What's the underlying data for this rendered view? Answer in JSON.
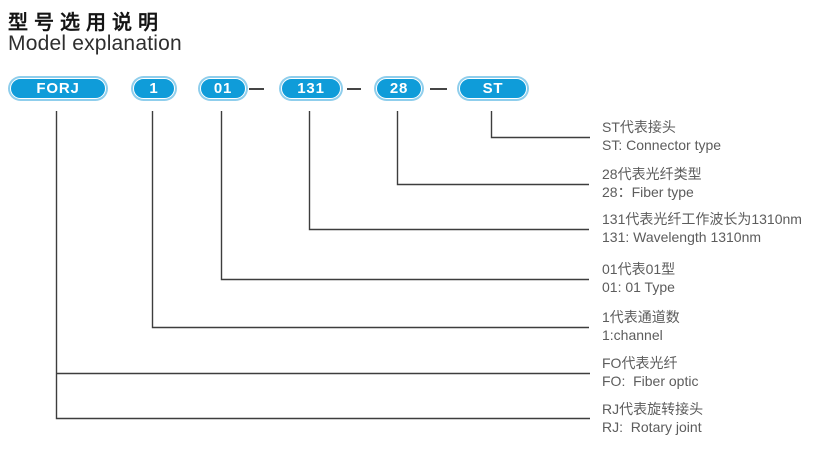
{
  "title": {
    "zh": "型号选用说明",
    "en": "Model explanation"
  },
  "model_code": {
    "separator": "—",
    "segments": [
      {
        "label": "FORJ"
      },
      {
        "label": "1"
      },
      {
        "label": "01"
      },
      {
        "label": "131"
      },
      {
        "label": "28"
      },
      {
        "label": "ST"
      }
    ]
  },
  "legend": [
    {
      "code": "ST",
      "zh": "ST代表接头",
      "en": "ST: Connector type"
    },
    {
      "code": "28",
      "zh": "28代表光纤类型",
      "en": "28：Fiber type"
    },
    {
      "code": "131",
      "zh": "131代表光纤工作波长为1310nm",
      "en": "131: Wavelength 1310nm"
    },
    {
      "code": "01",
      "zh": "01代表01型",
      "en": "01: 01 Type"
    },
    {
      "code": "1",
      "zh": "1代表通道数",
      "en": "1:channel"
    },
    {
      "code": "FO",
      "zh": "FO代表光纤",
      "en": "FO:  Fiber optic"
    },
    {
      "code": "RJ",
      "zh": "RJ代表旋转接头",
      "en": "RJ:  Rotary joint"
    }
  ],
  "colors": {
    "badge_fill": "#0F9CD9",
    "badge_ring": "#8FCEEC",
    "badge_text": "#FFFFFF",
    "connector_line": "#3D3D3D",
    "legend_text": "#5C5C5C",
    "title_text": "#141414"
  }
}
